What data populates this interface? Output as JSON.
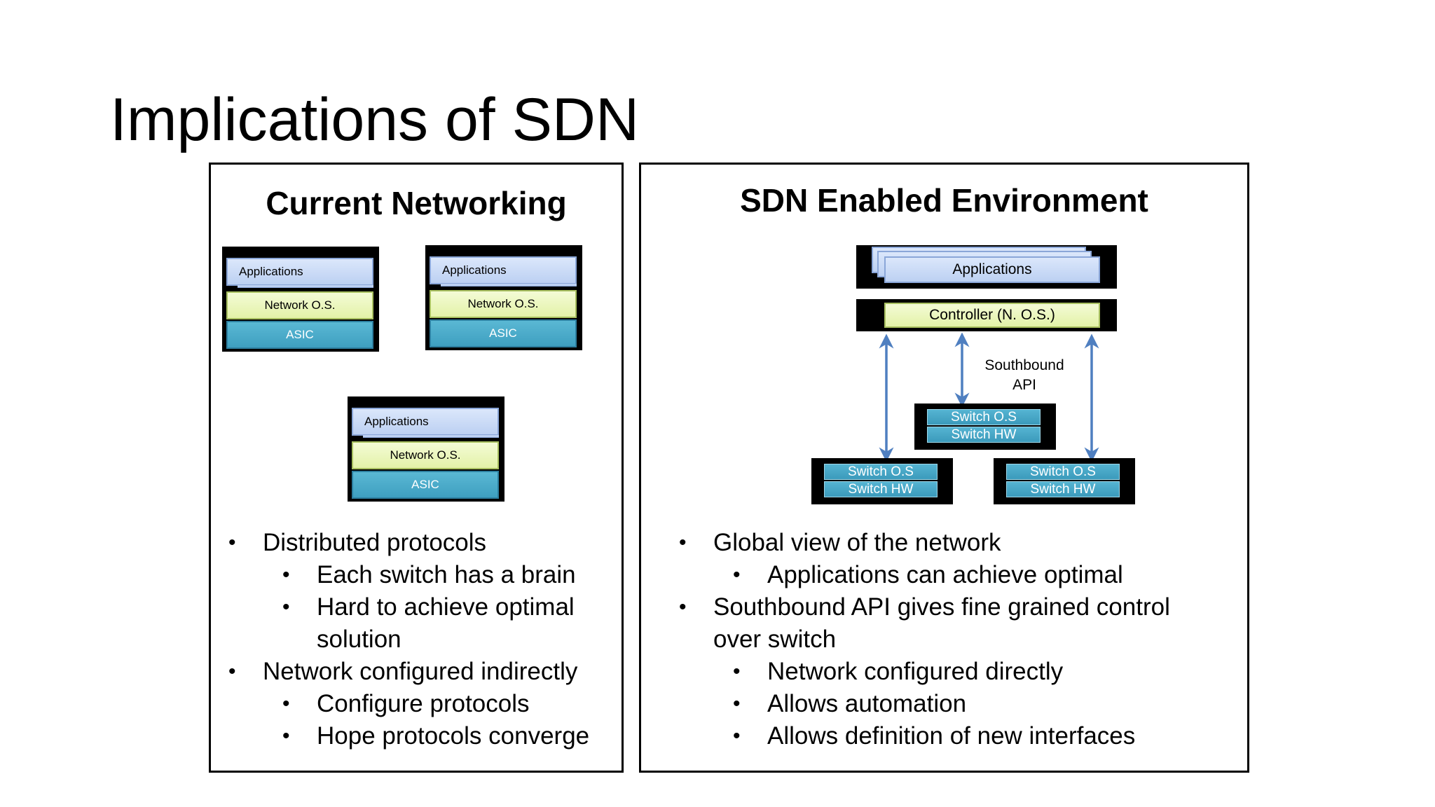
{
  "slide": {
    "title": "Implications of SDN"
  },
  "left_panel": {
    "title": "Current Networking",
    "stacks": [
      {
        "apps": "Applications",
        "nos": "Network O.S.",
        "asic": "ASIC"
      },
      {
        "apps": "Applications",
        "nos": "Network O.S.",
        "asic": "ASIC"
      },
      {
        "apps": "Applications",
        "nos": "Network O.S.",
        "asic": "ASIC"
      }
    ],
    "bullets": [
      {
        "level": 1,
        "text": "Distributed protocols"
      },
      {
        "level": 2,
        "text": "Each switch has a brain"
      },
      {
        "level": 2,
        "text": "Hard to achieve optimal"
      },
      {
        "level": 2,
        "text": "solution",
        "continuation": true
      },
      {
        "level": 1,
        "text": "Network configured indirectly"
      },
      {
        "level": 2,
        "text": "Configure protocols"
      },
      {
        "level": 2,
        "text": "Hope protocols converge"
      }
    ]
  },
  "right_panel": {
    "title": "SDN Enabled Environment",
    "applications_label": "Applications",
    "controller_label": "Controller (N. O.S.)",
    "southbound_label_line1": "Southbound",
    "southbound_label_line2": "API",
    "switches": [
      {
        "os": "Switch O.S",
        "hw": "Switch HW"
      },
      {
        "os": "Switch O.S",
        "hw": "Switch HW"
      },
      {
        "os": "Switch O.S",
        "hw": "Switch HW"
      }
    ],
    "bullets": [
      {
        "level": 1,
        "text": "Global view of the network"
      },
      {
        "level": 2,
        "text": "Applications can achieve optimal"
      },
      {
        "level": 1,
        "text": "Southbound API gives fine grained control"
      },
      {
        "level": 1,
        "text": "over switch",
        "continuation": true
      },
      {
        "level": 2,
        "text": "Network configured directly"
      },
      {
        "level": 2,
        "text": "Allows automation"
      },
      {
        "level": 2,
        "text": "Allows definition of new interfaces"
      }
    ]
  },
  "colors": {
    "arrow": "#4f7fc0",
    "applications_fill": "#cfe0f8",
    "nos_fill": "#eaf6bd",
    "asic_fill": "#4aaecc"
  }
}
